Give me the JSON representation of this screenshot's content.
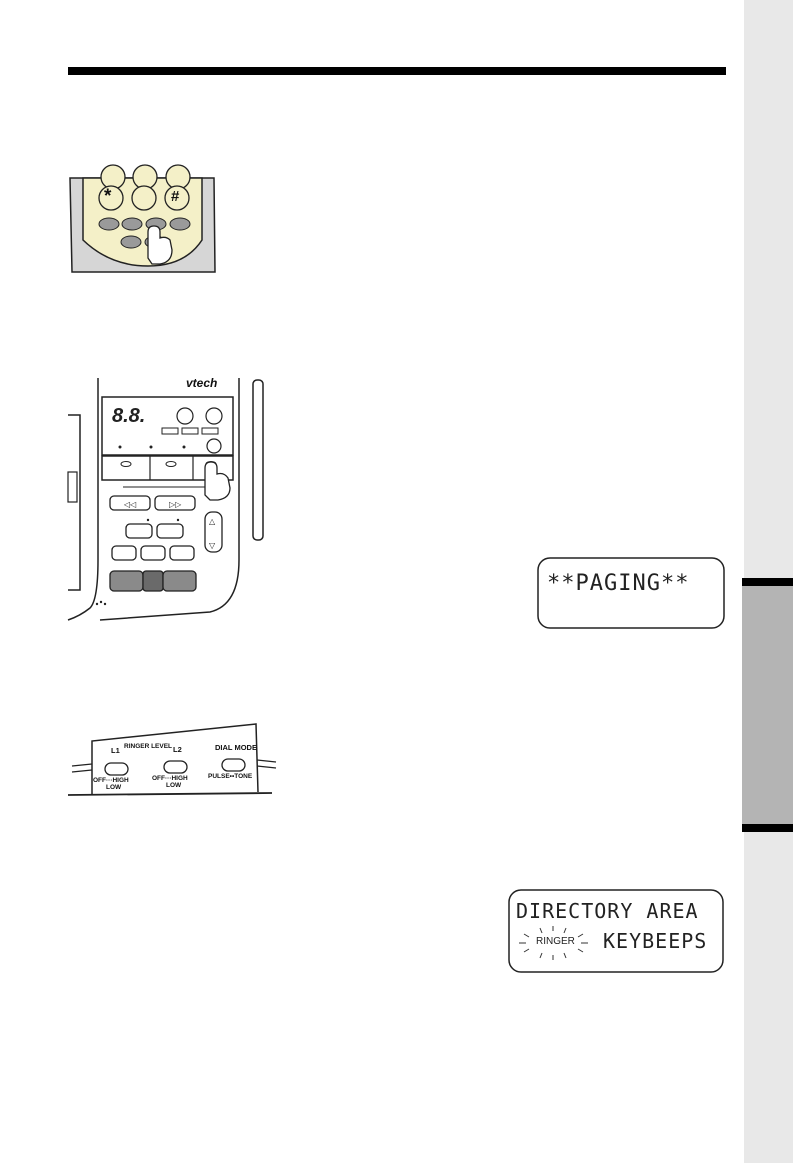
{
  "paging_display": {
    "text": "**PAGING**"
  },
  "ringer_panel": {
    "l1": "L1",
    "ringer_level": "RINGER LEVEL",
    "l2": "L2",
    "dial_mode": "DIAL MODE",
    "off_high_1": "OFF···HIGH",
    "low_1": "LOW",
    "off_high_2": "OFF···HIGH",
    "low_2": "LOW",
    "pulse_tone": "PULSE••TONE"
  },
  "menu_display": {
    "top": "DIRECTORY AREA",
    "ringer": "RINGER",
    "keybeeps": "KEYBEEPS"
  },
  "base_unit": {
    "brand": "vtech",
    "digits": "8.8."
  },
  "handset_keys": {
    "star": "*",
    "pound": "#"
  },
  "colors": {
    "tab_gray": "#e8e8e8",
    "tab_dark": "#b4b4b4",
    "keypad_cream": "#f4f0c8",
    "key_gray": "#9a9a9a"
  }
}
